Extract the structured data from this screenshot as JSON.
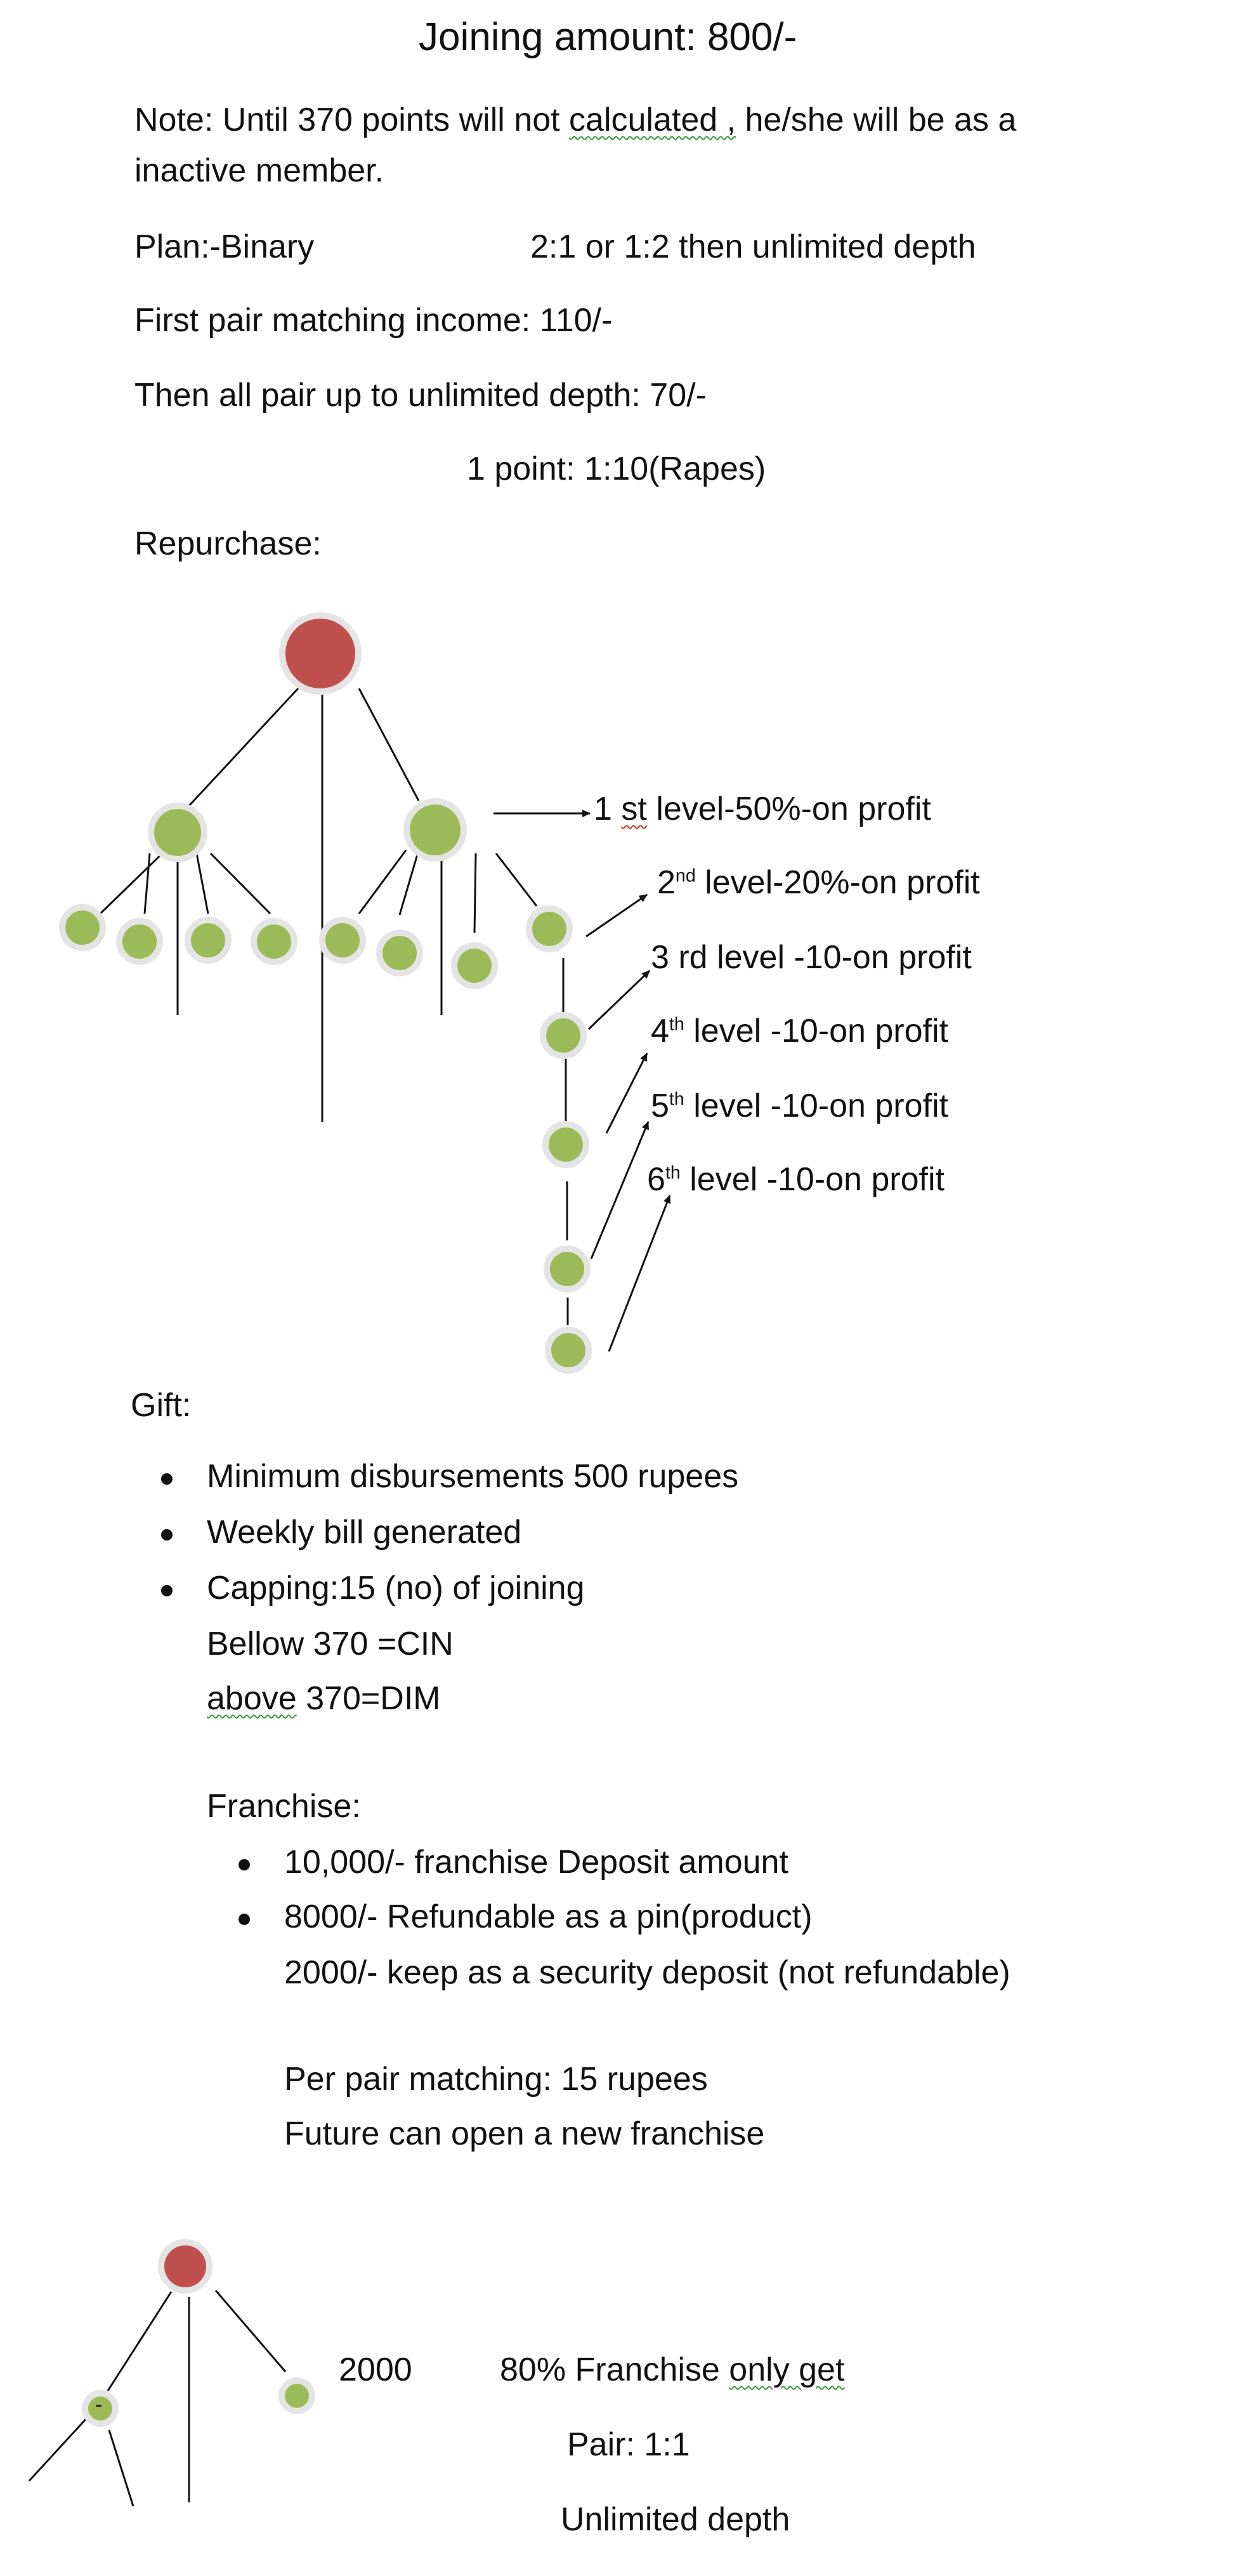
{
  "title": "Joining amount: 800/-",
  "note_line1_a": "Note: Until 370 points will not ",
  "note_line1_b": "calculated ,",
  "note_line1_c": " he/she will be as a",
  "note_line2": "inactive member.",
  "plan_label": "Plan:-Binary",
  "plan_value": "2:1 or 1:2   then unlimited depth",
  "first_pair": "First pair matching income: 110/-",
  "then_pair": "Then all pair up to unlimited depth: 70/-",
  "point_rate": "1 point: 1:10(Rapes)",
  "repurchase_label": "Repurchase:",
  "levels": [
    {
      "num": "1",
      "sup": "",
      "rest_a": " ",
      "rest_squig": "st",
      "rest_b": " level-50%-on profit"
    },
    {
      "num": "2",
      "sup": "nd",
      "rest_a": " level-20%-on profit",
      "rest_squig": "",
      "rest_b": ""
    },
    {
      "num": "3",
      "sup": "",
      "rest_a": " rd level -10-on profit",
      "rest_squig": "",
      "rest_b": ""
    },
    {
      "num": "4",
      "sup": "th",
      "rest_a": " level -10-on profit",
      "rest_squig": "",
      "rest_b": ""
    },
    {
      "num": "5",
      "sup": "th",
      "rest_a": " level -10-on profit",
      "rest_squig": "",
      "rest_b": ""
    },
    {
      "num": "6",
      "sup": "th",
      "rest_a": " level -10-on profit",
      "rest_squig": "",
      "rest_b": ""
    }
  ],
  "gift_label": "Gift:",
  "gift_items": [
    "Minimum disbursements  500 rupees",
    "Weekly bill generated",
    "Capping:15 (no) of joining"
  ],
  "bellow_line": "Bellow   370 =CIN",
  "above_word": "above",
  "above_rest": "  370=DIM",
  "franchise_label": "Franchise:",
  "franchise_items": [
    "10,000/- franchise Deposit amount",
    "8000/- Refundable as a pin(product)"
  ],
  "security_deposit": "2000/- keep as a security deposit (not refundable)",
  "per_pair": "Per pair matching: 15 rupees",
  "future": "Future can open a new franchise",
  "bottom_amount": "2000",
  "bottom_franchise_a": "80% Franchise ",
  "bottom_franchise_b": "only  get",
  "pair_ratio": "Pair: 1:1",
  "unlimited": "Unlimited depth",
  "node_mark": "-",
  "colors": {
    "root_node": "#c0504d",
    "child_node": "#9bbb59",
    "node_ring": "#e6e6e6",
    "text": "#111111"
  }
}
